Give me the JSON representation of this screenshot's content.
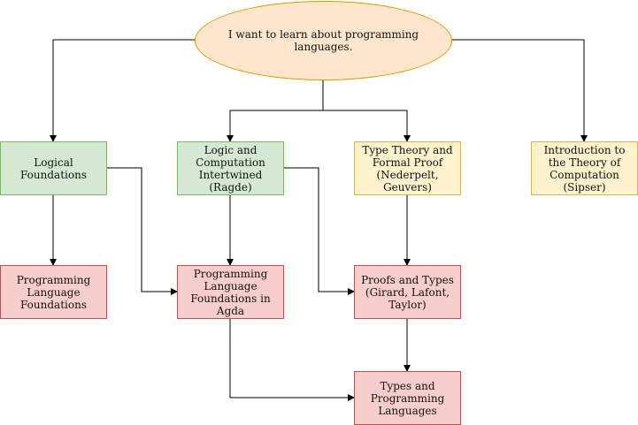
{
  "colors": {
    "green_fill": "#d5e8d4",
    "green_stroke": "#82b366",
    "yellow_fill": "#fff2cc",
    "yellow_stroke": "#d6b656",
    "red_fill": "#f8cecc",
    "red_stroke": "#b85450",
    "orange_fill": "#ffe6cc",
    "orange_stroke": "#d79b00",
    "edge": "#000000"
  },
  "nodes": {
    "root": "I want to learn about programming languages.",
    "logical_foundations": "Logical Foundations",
    "logic_computation": "Logic and Computation Intertwined (Ragde)",
    "type_theory": "Type Theory and Formal Proof (Nederpelt, Geuvers)",
    "intro_theory": "Introduction to the Theory of Computation (Sipser)",
    "plf": "Programming Language Foundations",
    "plfa": "Programming Language Foundations in Agda",
    "proofs_types": "Proofs and Types (Girard, Lafont, Taylor)",
    "tapl": "Types and Programming Languages"
  },
  "edges": [
    {
      "from": "root",
      "to": "logical_foundations"
    },
    {
      "from": "root",
      "to": "logic_computation"
    },
    {
      "from": "root",
      "to": "type_theory"
    },
    {
      "from": "root",
      "to": "intro_theory"
    },
    {
      "from": "logical_foundations",
      "to": "plf"
    },
    {
      "from": "logical_foundations",
      "to": "plfa"
    },
    {
      "from": "logic_computation",
      "to": "plfa"
    },
    {
      "from": "logic_computation",
      "to": "proofs_types"
    },
    {
      "from": "type_theory",
      "to": "proofs_types"
    },
    {
      "from": "proofs_types",
      "to": "tapl"
    },
    {
      "from": "plfa",
      "to": "tapl"
    }
  ]
}
